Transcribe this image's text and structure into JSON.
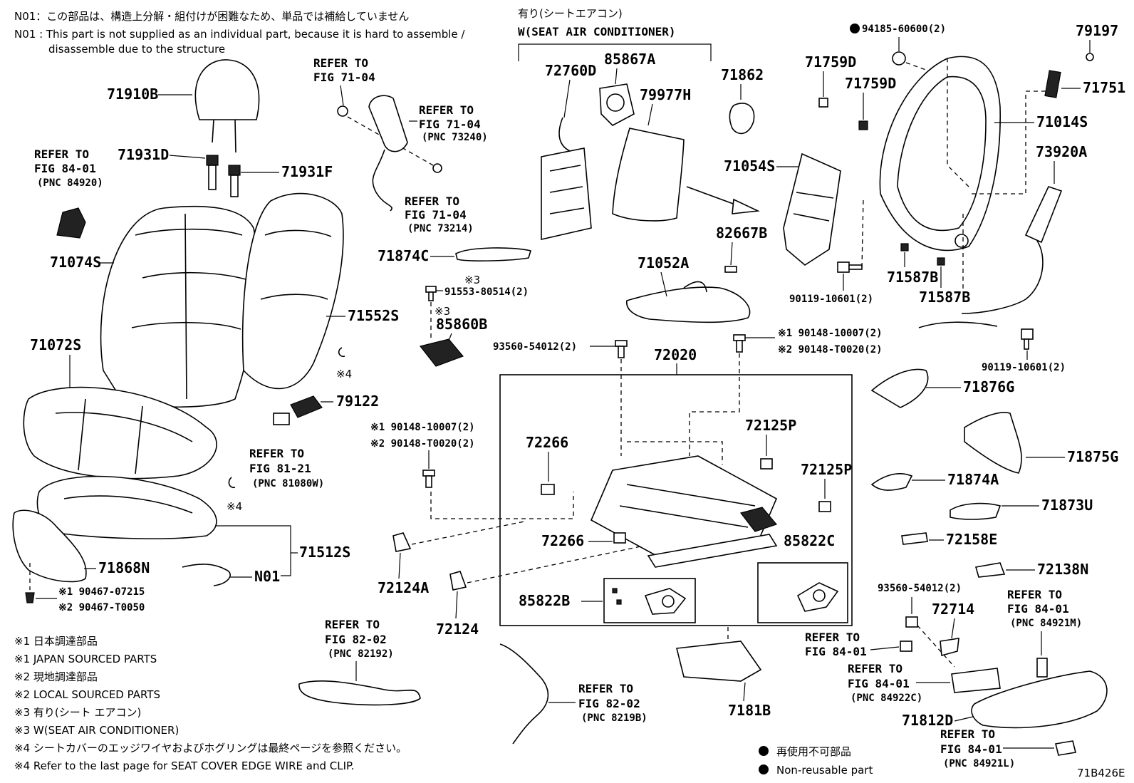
{
  "diagram_code": "71B426E",
  "notes": {
    "n01_jp": "N01：この部品は、構造上分解・組付けが困難なため、単品では補給していません",
    "n01_en_1": "N01 : This part is not supplied as an individual part, because it is hard to assemble /",
    "n01_en_2": "disassemble due to the structure",
    "seat_ac_jp": "有り(シートエアコン)",
    "seat_ac_en": "W(SEAT AIR CONDITIONER)"
  },
  "legend": [
    "※1  日本調達部品",
    "※1  JAPAN SOURCED PARTS",
    "※2  現地調達部品",
    "※2  LOCAL SOURCED PARTS",
    "※3  有り(シート エアコン)",
    "※3  W(SEAT AIR CONDITIONER)",
    "※4  シートカバーのエッジワイヤおよびホグリングは最終ページを参照ください。",
    "※4  Refer to the last page for SEAT COVER EDGE WIRE and CLIP."
  ],
  "symbol_legend": {
    "jp": "再使用不可部品",
    "en": "Non-reusable part"
  },
  "part_labels": {
    "p71910B": "71910B",
    "p71931D": "71931D",
    "p71931F": "71931F",
    "p71074S": "71074S",
    "p71072S": "71072S",
    "p71552S": "71552S",
    "p71512S": "71512S",
    "p71868N": "71868N",
    "p79122": "79122",
    "p72760D": "72760D",
    "p85867A": "85867A",
    "p79977H": "79977H",
    "p71862": "71862",
    "p71759D_a": "71759D",
    "p71759D_b": "71759D",
    "p71054S": "71054S",
    "p71014S": "71014S",
    "p79197": "79197",
    "p71751": "71751",
    "p73920A": "73920A",
    "p71874C": "71874C",
    "p82667B": "82667B",
    "p71052A": "71052A",
    "p71587B_a": "71587B",
    "p71587B_b": "71587B",
    "p85860B": "85860B",
    "p72020": "72020",
    "p72125P_a": "72125P",
    "p72125P_b": "72125P",
    "p72266_a": "72266",
    "p72266_b": "72266",
    "p85822C": "85822C",
    "p85822B": "85822B",
    "p72124A": "72124A",
    "p72124": "72124",
    "p71876G": "71876G",
    "p71875G": "71875G",
    "p71874A": "71874A",
    "p71873U": "71873U",
    "p72158E": "72158E",
    "p72138N": "72138N",
    "p72714": "72714",
    "p71812D": "71812D",
    "p7181B": "7181B",
    "pN01": "N01"
  },
  "fasteners": {
    "f94185": "94185-60600(2)",
    "f91553": "91553-80514(2)",
    "f93560_a": "93560-54012(2)",
    "f93560_b": "93560-54012(2)",
    "f90119_a": "90119-10601(2)",
    "f90119_b": "90119-10601(2)",
    "f90148_a1": "※1 90148-10007(2)",
    "f90148_a2": "※2 90148-T0020(2)",
    "f90148_b1": "※1 90148-10007(2)",
    "f90148_b2": "※2 90148-T0020(2)",
    "f90467_1": "※1 90467-07215",
    "f90467_2": "※2 90467-T0050",
    "m3_a": "※3",
    "m3_b": "※3",
    "m4_a": "※4",
    "m4_b": "※4"
  },
  "refs": {
    "r1": {
      "line1": "REFER TO",
      "line2": "FIG 84-01",
      "pnc": "(PNC 84920)"
    },
    "r2": {
      "line1": "REFER TO",
      "line2": "FIG 71-04"
    },
    "r3": {
      "line1": "REFER TO",
      "line2": "FIG 71-04",
      "pnc": "(PNC 73240)"
    },
    "r4": {
      "line1": "REFER TO",
      "line2": "FIG 71-04",
      "pnc": "(PNC 73214)"
    },
    "r5": {
      "line1": "REFER TO",
      "line2": "FIG 81-21",
      "pnc": "(PNC 81080W)"
    },
    "r6": {
      "line1": "REFER TO",
      "line2": "FIG 82-02",
      "pnc": "(PNC 82192)"
    },
    "r7": {
      "line1": "REFER TO",
      "line2": "FIG 82-02",
      "pnc": "(PNC 8219B)"
    },
    "r8": {
      "line1": "REFER TO",
      "line2": "FIG 84-01"
    },
    "r9": {
      "line1": "REFER TO",
      "line2": "FIG 84-01",
      "pnc": "(PNC 84922C)"
    },
    "r10": {
      "line1": "REFER TO",
      "line2": "FIG 84-01",
      "pnc": "(PNC 84921M)"
    },
    "r11": {
      "line1": "REFER TO",
      "line2": "FIG 84-01",
      "pnc": "(PNC 84921L)"
    }
  }
}
